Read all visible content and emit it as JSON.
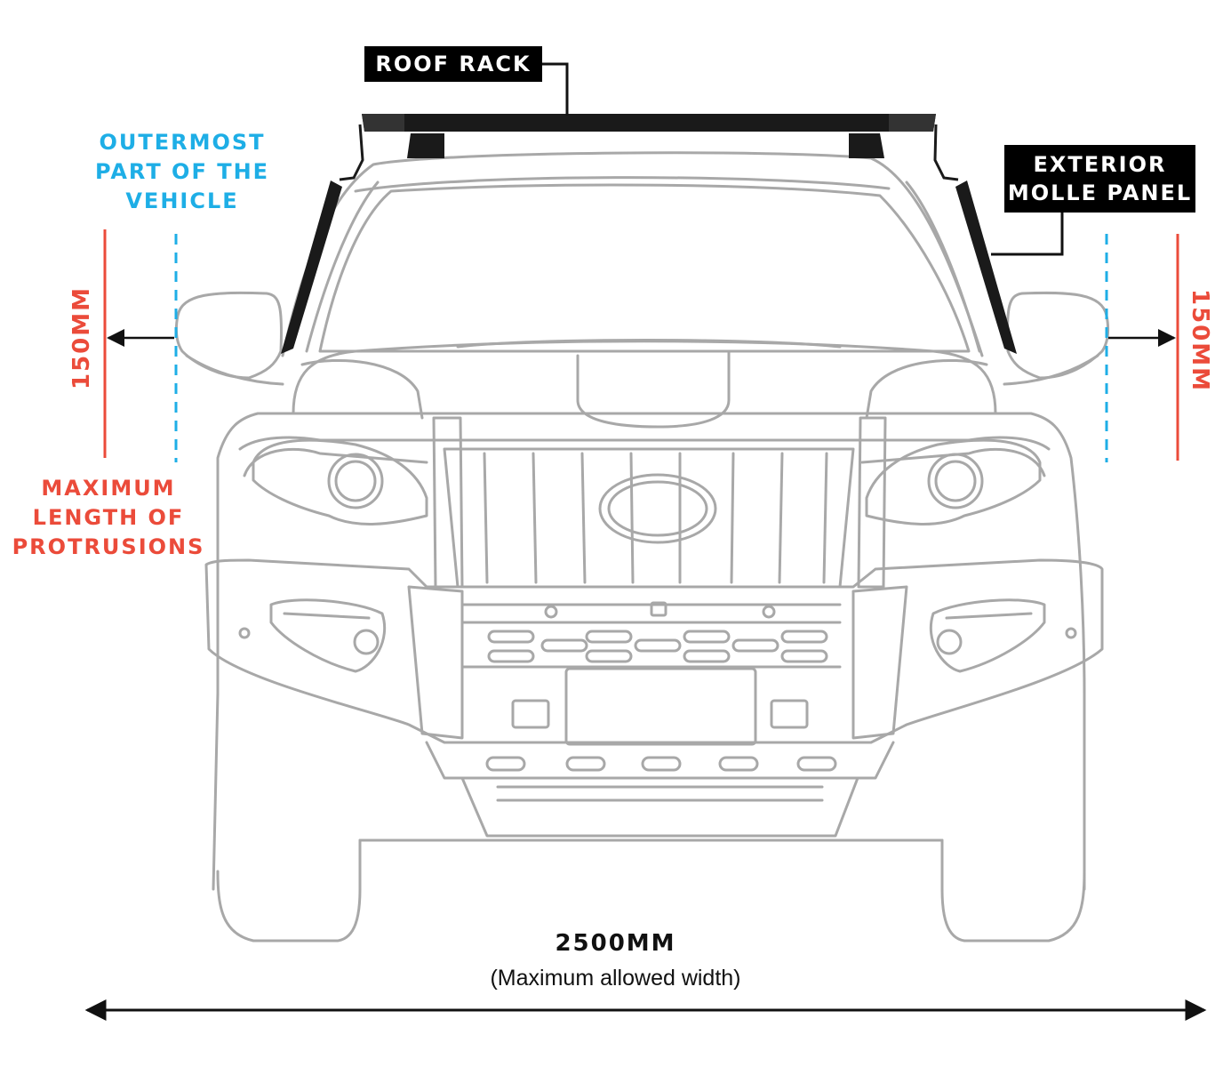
{
  "labels": {
    "roof_rack": "ROOF RACK",
    "molle_line1": "EXTERIOR",
    "molle_line2": "MOLLE PANEL",
    "outermost_line1": "OUTERMOST",
    "outermost_line2": "PART OF THE",
    "outermost_line3": "VEHICLE",
    "protrusions_line1": "MAXIMUM",
    "protrusions_line2": "LENGTH OF",
    "protrusions_line3": "PROTRUSIONS",
    "left_offset": "150MM",
    "right_offset": "150MM",
    "width_value": "2500MM",
    "width_caption": "(Maximum allowed width)"
  },
  "colors": {
    "outline": "#a8a8a8",
    "accessory": "#1a1a1a",
    "outermost": "#1eaee6",
    "protrusion": "#eb4b3a",
    "callout_bg": "#000000"
  }
}
